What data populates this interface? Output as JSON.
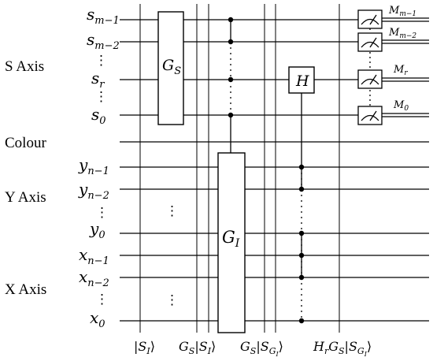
{
  "groups": {
    "s_axis": "S Axis",
    "colour": "Colour",
    "y_axis": "Y Axis",
    "x_axis": "X Axis"
  },
  "qubits": {
    "s_m1": {
      "base": "s",
      "sub": "m−1"
    },
    "s_m2": {
      "base": "s",
      "sub": "m−2"
    },
    "s_dots": "⋮",
    "s_r": {
      "base": "s",
      "sub": "r"
    },
    "s_dots2": "⋮",
    "s_0": {
      "base": "s",
      "sub": "0"
    },
    "y_n1": {
      "base": "y",
      "sub": "n−1"
    },
    "y_n2": {
      "base": "y",
      "sub": "n−2"
    },
    "y_dots": "⋮",
    "y_0": {
      "base": "y",
      "sub": "0"
    },
    "x_n1": {
      "base": "x",
      "sub": "n−1"
    },
    "x_n2": {
      "base": "x",
      "sub": "n−2"
    },
    "x_dots": "⋮",
    "x_0": {
      "base": "x",
      "sub": "0"
    }
  },
  "gates": {
    "gs": {
      "base": "G",
      "sub": "S"
    },
    "gi": {
      "base": "G",
      "sub": "I"
    },
    "h": "H"
  },
  "gap_dots": "⋮",
  "measurements": {
    "m_m1": {
      "base": "M",
      "sub": "m−1"
    },
    "m_m2": {
      "base": "M",
      "sub": "m−2"
    },
    "m_r": {
      "base": "M",
      "sub": "r"
    },
    "m_0": {
      "base": "M",
      "sub": "0"
    }
  },
  "states": {
    "s1": {
      "open": "|",
      "base": "S",
      "sub": "I",
      "close": "⟩"
    },
    "s2": {
      "prefix": "G",
      "prefix_sub": "S",
      "open": "|",
      "base": "S",
      "sub": "I",
      "close": "⟩"
    },
    "s3": {
      "prefix": "G",
      "prefix_sub": "S",
      "open": "|",
      "base": "S",
      "sub": "G",
      "subsub": "I",
      "close": "⟩"
    },
    "s4": {
      "prefix0": "H",
      "prefix0_sub": "r",
      "prefix": "G",
      "prefix_sub": "S",
      "open": "|",
      "base": "S",
      "sub": "G",
      "subsub": "I",
      "close": "⟩"
    }
  }
}
